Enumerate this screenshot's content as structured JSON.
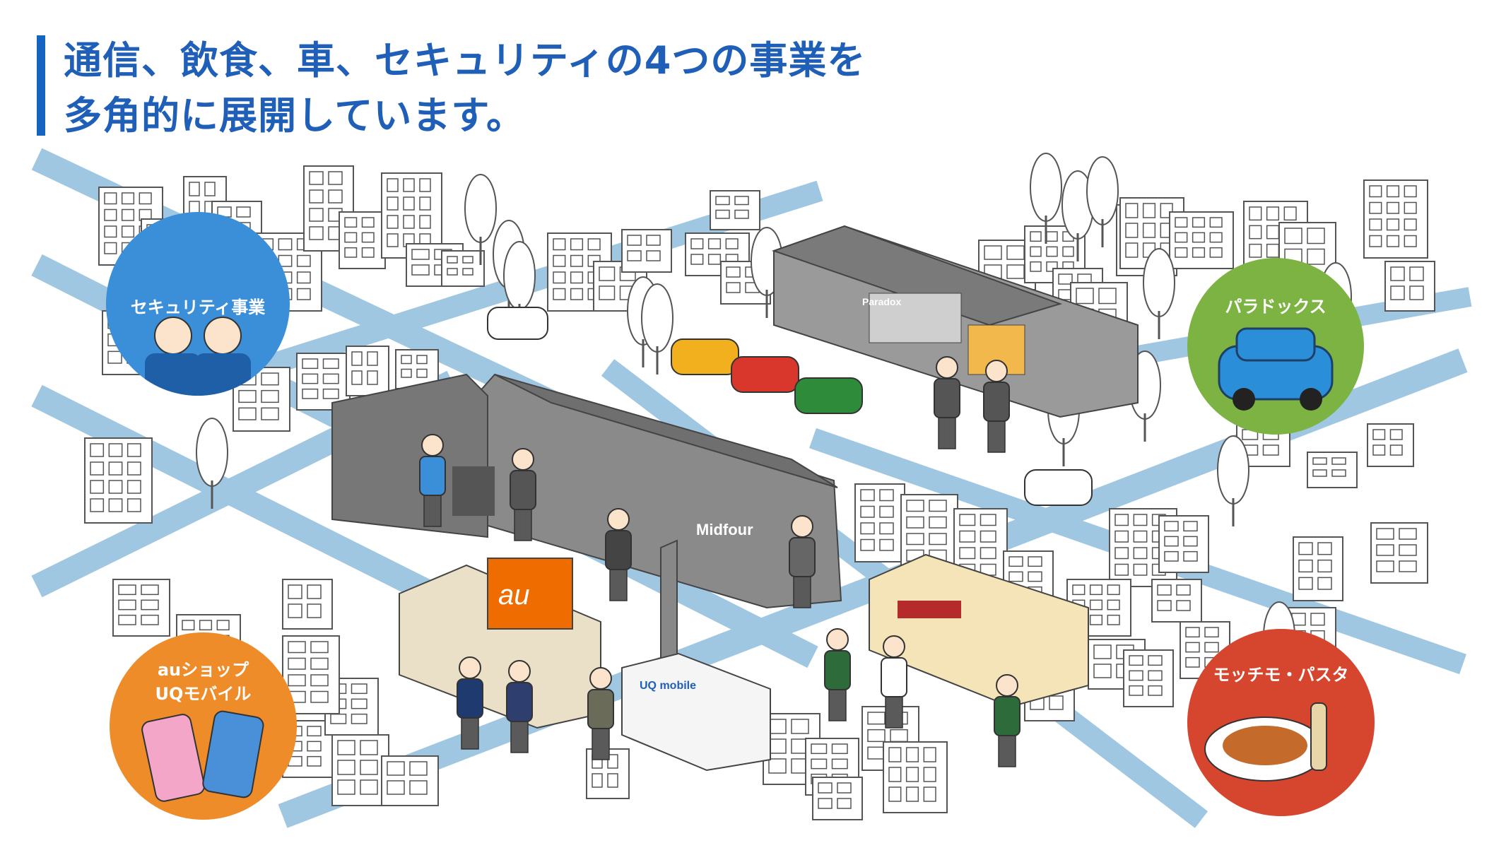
{
  "heading": {
    "line1": "通信、飲食、車、セキュリティの4つの事業を",
    "line2": "多角的に展開しています。"
  },
  "signs": {
    "midfour": "Midfour",
    "au": "au",
    "uq": "UQ mobile",
    "paradox": "Paradox"
  },
  "bubbles": {
    "security": {
      "label": "セキュリティ事業",
      "color": "#3a8fd8"
    },
    "paradox": {
      "label": "パラドックス",
      "color": "#7cb342"
    },
    "au": {
      "label_line1": "auショップ",
      "label_line2": "UQモバイル",
      "color": "#ef8c2a"
    },
    "pasta": {
      "label": "モッチモ・パスタ",
      "color": "#d6452e"
    }
  },
  "colors": {
    "road": "#9fc7e2",
    "heading": "#1f5fb8",
    "accent_bar": "#1565c0",
    "au_orange": "#ef6c00"
  },
  "icons": [
    "smartphone-icon",
    "car-icon",
    "pasta-plate-icon",
    "security-staff-icon",
    "tree-icon",
    "building-icon"
  ]
}
